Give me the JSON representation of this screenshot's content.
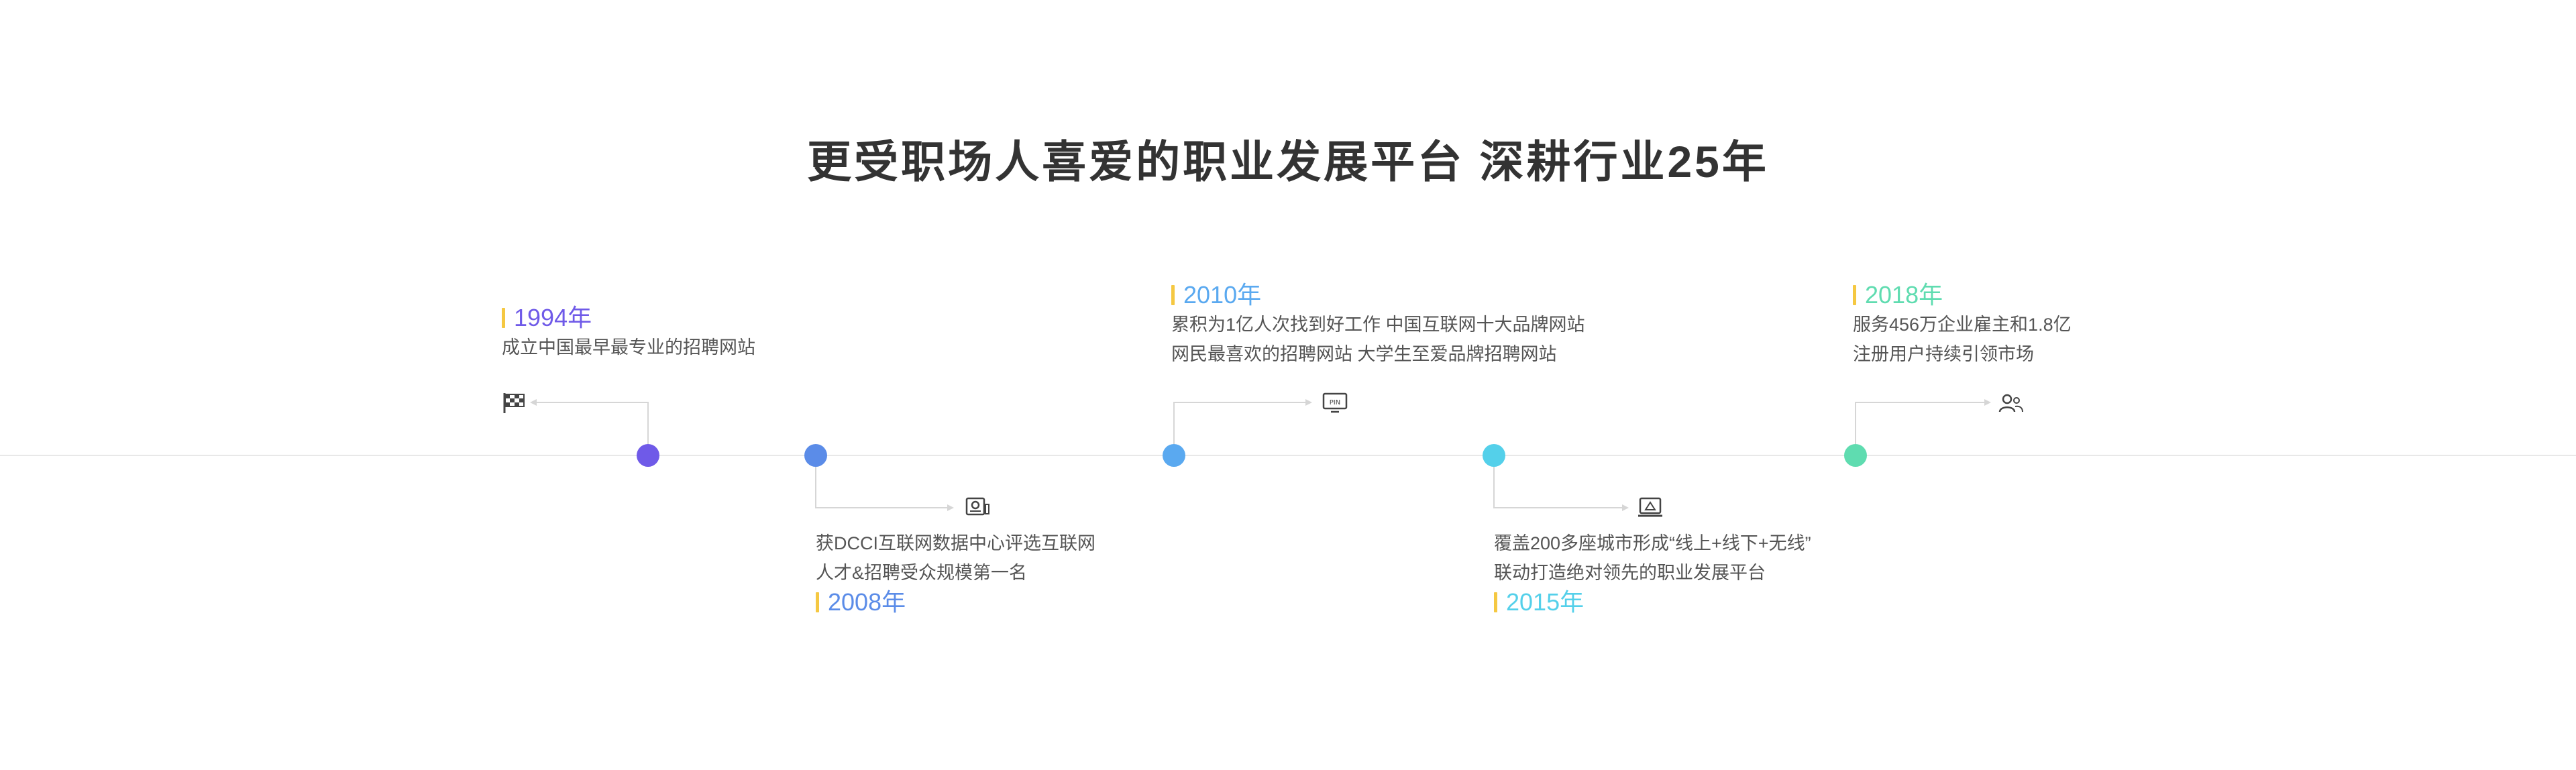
{
  "title": "更受职场人喜爱的职业发展平台 深耕行业25年",
  "colors": {
    "dot_1994": "#6f5ae8",
    "dot_2008": "#5b8ce8",
    "dot_2010": "#5aa9f0",
    "dot_2015": "#54d0ea",
    "dot_2018": "#5fdcb0",
    "year_bar": "#f5c842",
    "connector": "#d6d6d6",
    "baseline": "#e8e8e8"
  },
  "events": [
    {
      "year": "1994年",
      "lines": [
        "成立中国最早最专业的招聘网站"
      ],
      "icon": "checkered-flag-icon"
    },
    {
      "year": "2008年",
      "lines": [
        "获DCCI互联网数据中心评选互联网",
        "人才&招聘受众规模第一名"
      ],
      "icon": "certificate-icon"
    },
    {
      "year": "2010年",
      "lines": [
        "累积为1亿人次找到好工作 中国互联网十大品牌网站",
        "网民最喜欢的招聘网站 大学生至爱品牌招聘网站"
      ],
      "icon": "pin-monitor-icon"
    },
    {
      "year": "2015年",
      "lines": [
        "覆盖200多座城市形成“线上+线下+无线”",
        "联动打造绝对领先的职业发展平台"
      ],
      "icon": "laptop-icon"
    },
    {
      "year": "2018年",
      "lines": [
        "服务456万企业雇主和1.8亿",
        "注册用户持续引领市场"
      ],
      "icon": "users-icon"
    }
  ]
}
